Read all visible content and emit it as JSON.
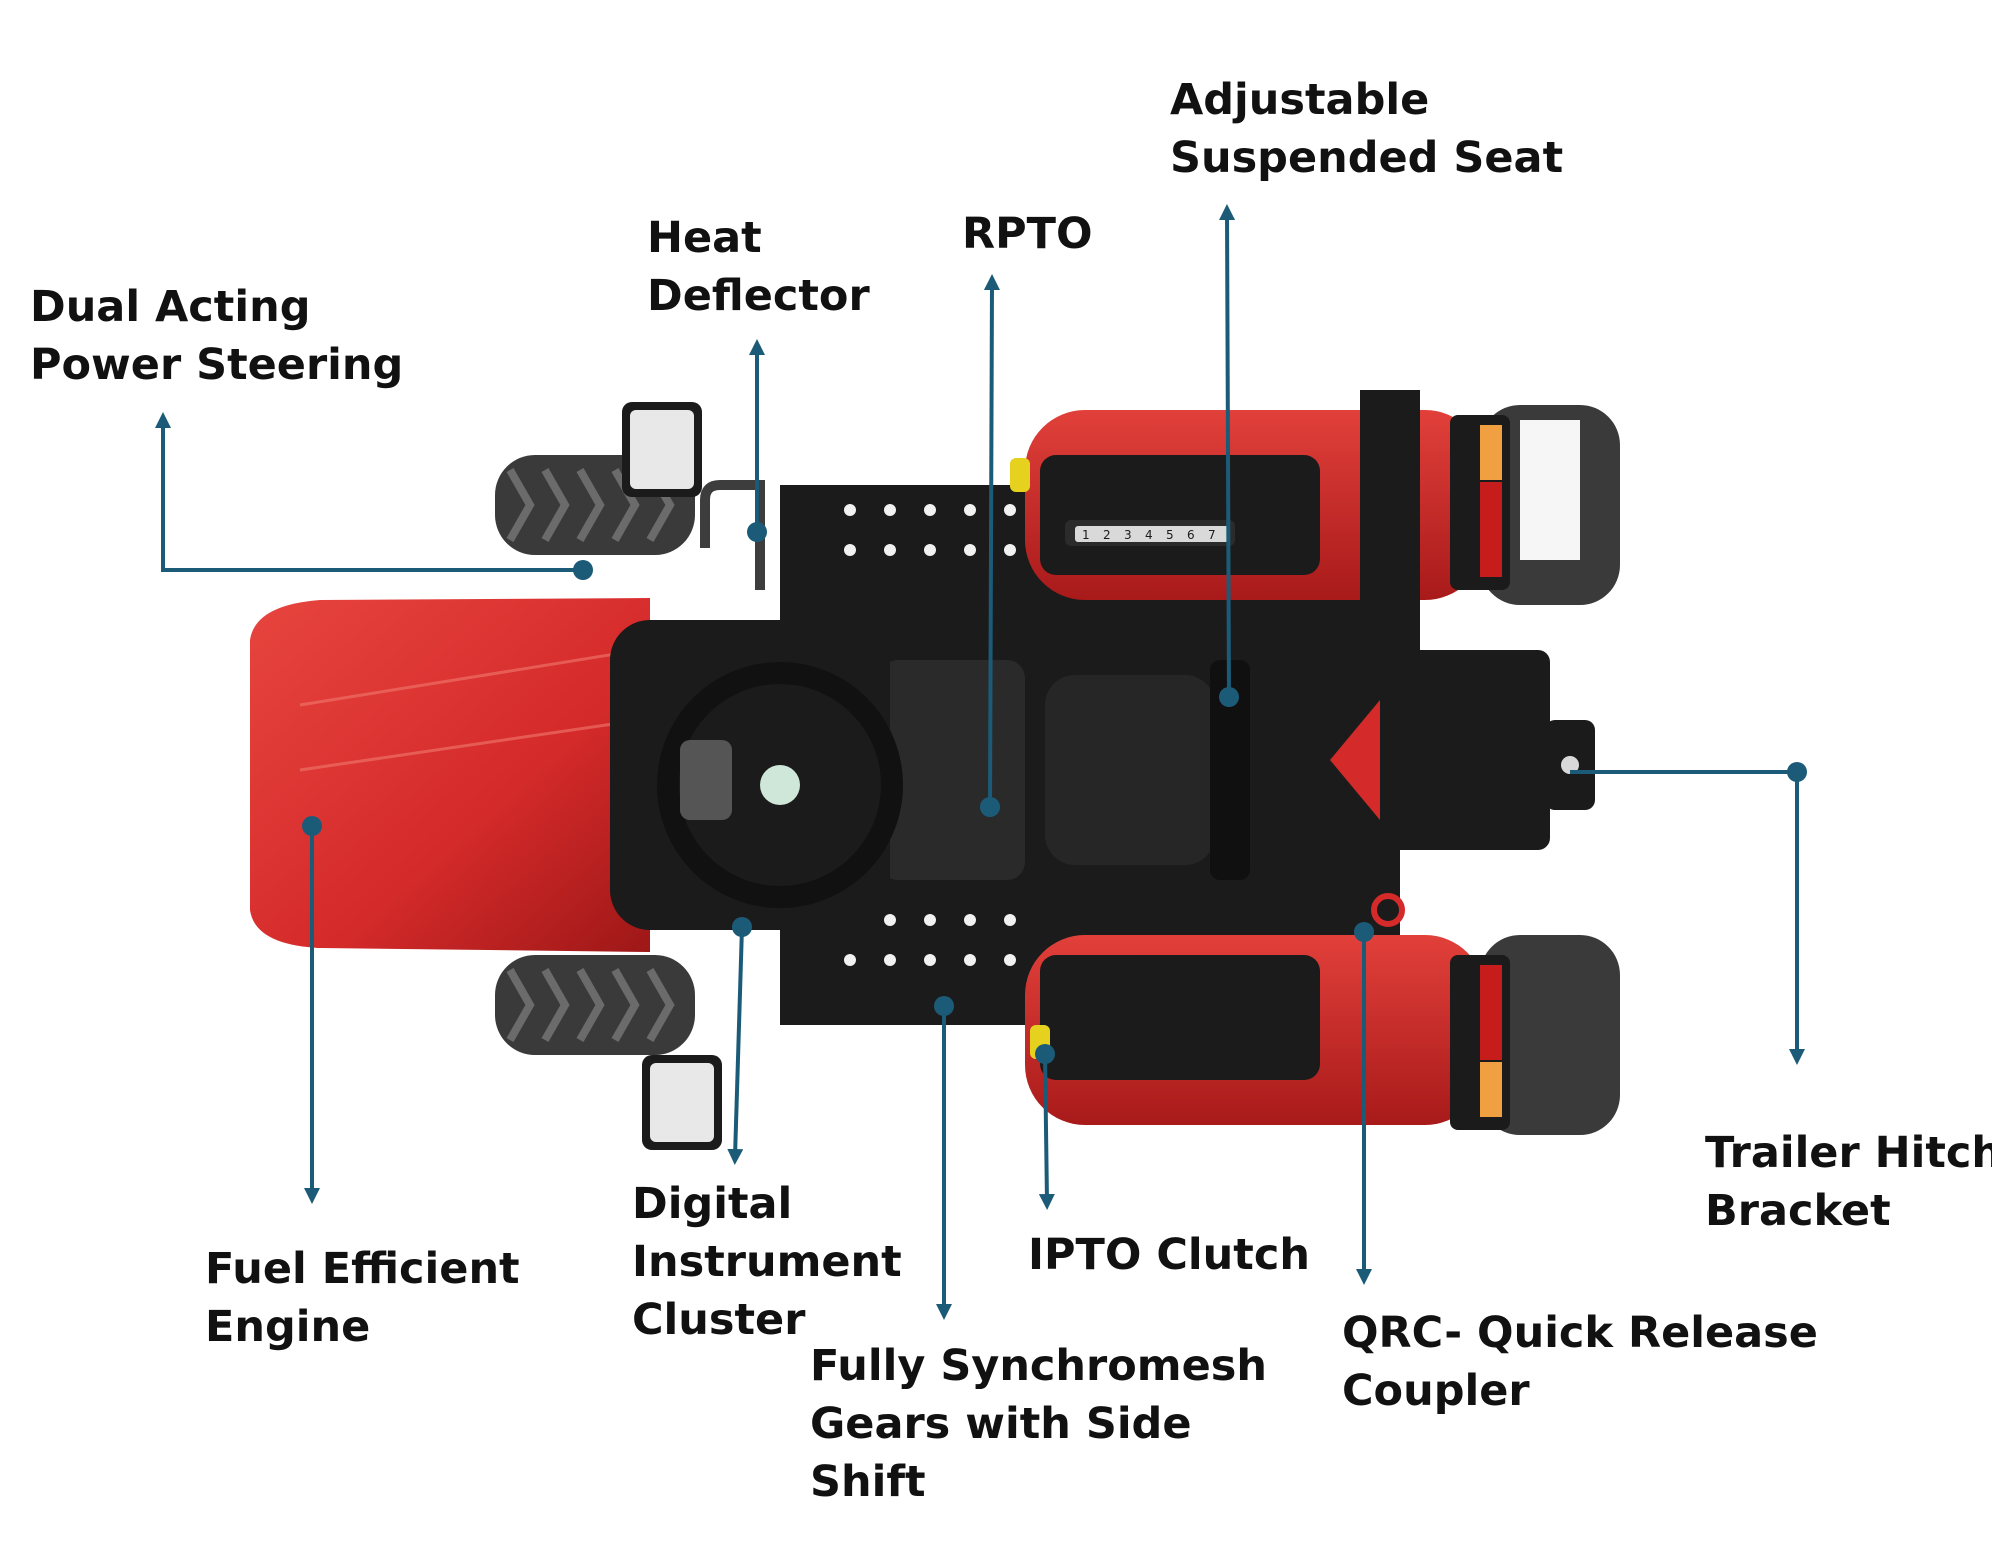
{
  "colors": {
    "callout": "#1c5b78",
    "label": "#111111",
    "body_red": "#d42a2a",
    "body_dark_red": "#9e1717",
    "chassis_black": "#1b1b1b",
    "tire": "#3a3a3a",
    "amber_lamp": "#f0a040",
    "yellow_lever": "#e6d21e"
  },
  "labels": {
    "steering": "Dual Acting\nPower Steering",
    "heat": "Heat\nDeflector",
    "rpto": "RPTO",
    "seat": "Adjustable\nSuspended Seat",
    "engine": "Fuel Efficient\nEngine",
    "cluster": "Digital\nInstrument\nCluster",
    "gears": "Fully Synchromesh\nGears with Side\nShift",
    "ipto": "IPTO Clutch",
    "qrc": "QRC- Quick Release\nCoupler",
    "hitch": "Trailer Hitch\nBracket"
  },
  "gear_numbers": [
    "1",
    "2",
    "3",
    "4",
    "5",
    "6",
    "7"
  ]
}
